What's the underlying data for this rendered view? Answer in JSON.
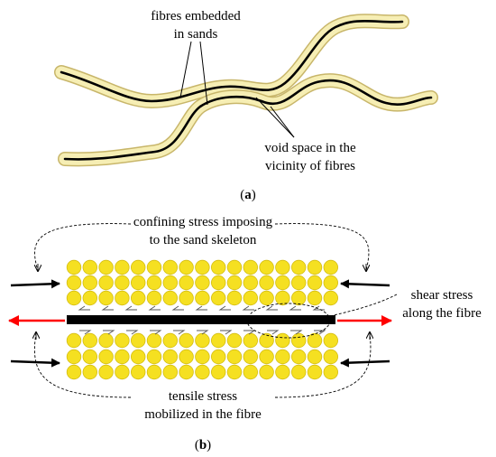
{
  "panel_a": {
    "label_fibres": [
      "fibres embedded",
      "in sands"
    ],
    "label_void": [
      "void space in the",
      "vicinity of fibres"
    ],
    "caption_open": "(",
    "caption_letter": "a",
    "caption_close": ")",
    "colors": {
      "sheath": "#f6eeb4",
      "sheath_edge": "#c8b66a",
      "fibre": "#000000"
    }
  },
  "panel_b": {
    "label_confining": [
      "confining stress imposing",
      "to the sand skeleton"
    ],
    "label_shear": [
      "shear stress",
      "along the fibre"
    ],
    "label_tensile": [
      "tensile stress",
      "mobilized in the fibre"
    ],
    "caption_open": "(",
    "caption_letter": "b",
    "caption_close": ")",
    "colors": {
      "grain": "#f5e021",
      "grain_edge": "#d4bd10",
      "tension": "#ff0000",
      "compression": "#000000"
    }
  }
}
